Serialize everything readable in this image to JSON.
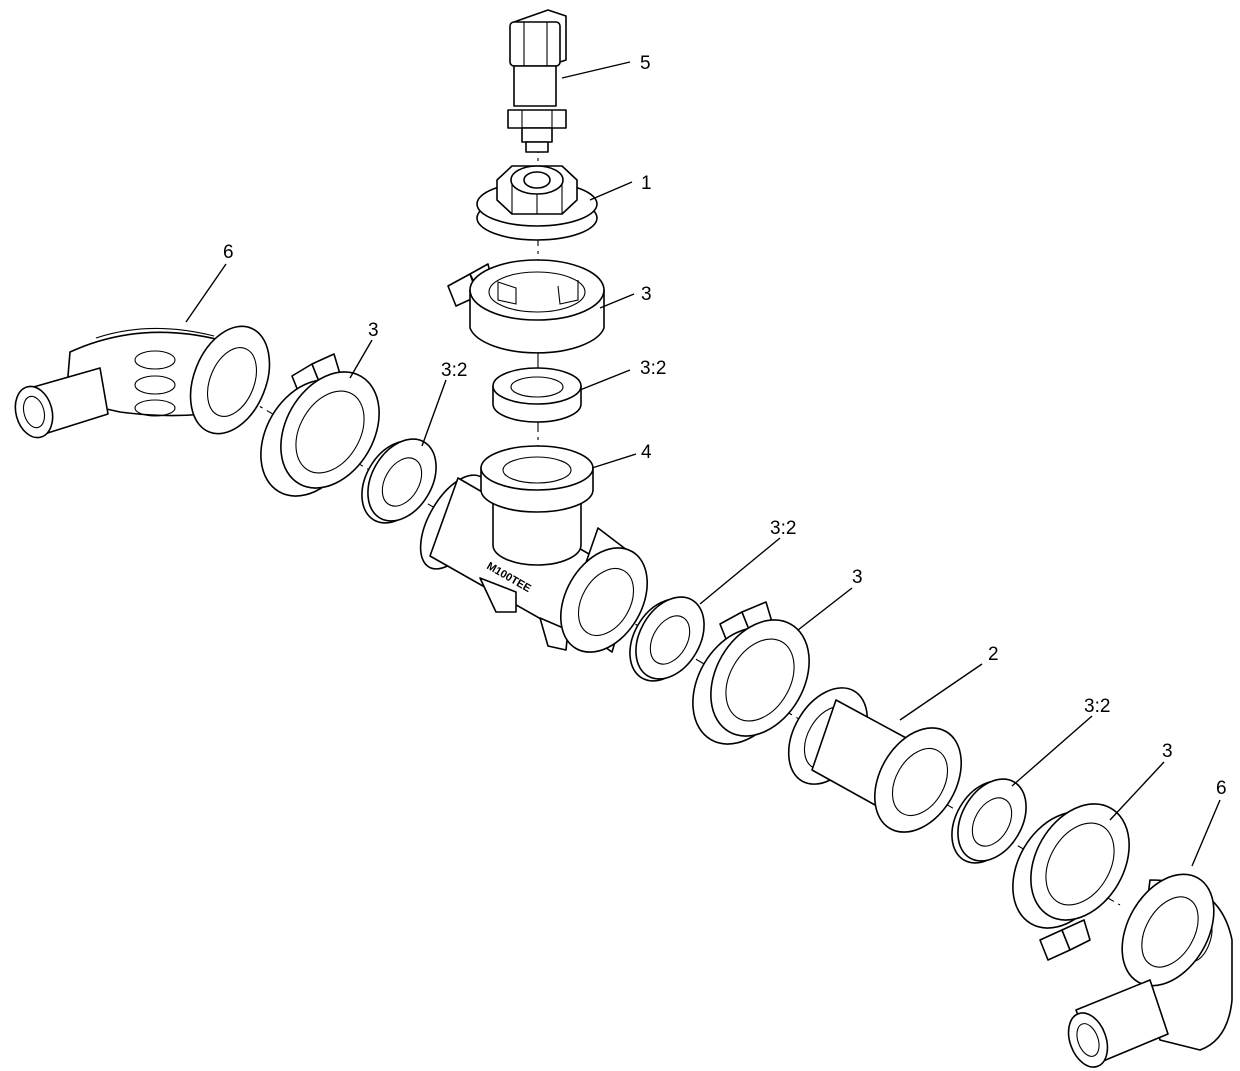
{
  "callouts": [
    {
      "label": "5"
    },
    {
      "label": "1"
    },
    {
      "label": "3"
    },
    {
      "label": "3:2"
    },
    {
      "label": "4"
    },
    {
      "label": "6"
    },
    {
      "label": "3"
    },
    {
      "label": "3:2"
    },
    {
      "label": "3:2"
    },
    {
      "label": "3"
    },
    {
      "label": "2"
    },
    {
      "label": "3:2"
    },
    {
      "label": "3"
    },
    {
      "label": "6"
    }
  ],
  "body_marking": "M100TEE"
}
